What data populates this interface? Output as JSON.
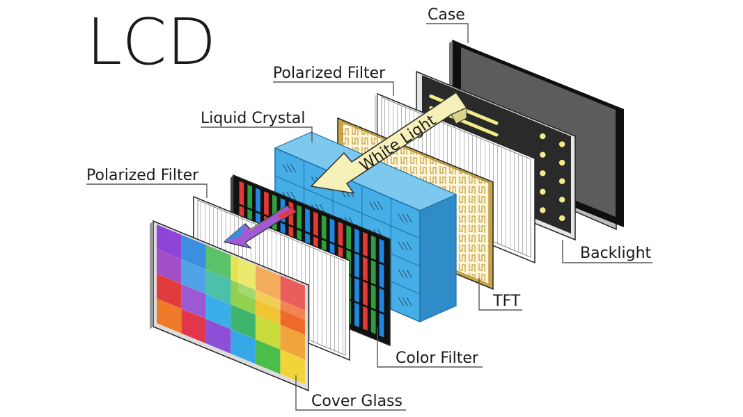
{
  "title": "LCD",
  "arrow_label": "White Light",
  "labels": {
    "case": "Case",
    "polarized_filter_back": "Polarized Filter",
    "liquid_crystal": "Liquid Crystal",
    "polarized_filter_front": "Polarized Filter",
    "backlight": "Backlight",
    "tft": "TFT",
    "color_filter": "Color Filter",
    "cover_glass": "Cover Glass"
  },
  "colors": {
    "case_frame": "#111111",
    "case_screen": "#5a5a5a",
    "backlight": "#2c2c2c",
    "backlight_led": "#f3eb8a",
    "tft": "#c9a64a",
    "liquid_crystal": "#3fa6e0",
    "arrow": "#f6f1b8",
    "color_filter_red": "#e53935",
    "color_filter_green": "#2e9e3e",
    "color_filter_blue": "#1e88e5"
  },
  "cover_glass_colors": [
    [
      "#8e44d6",
      "#3b8fe0",
      "#5cc26a",
      "#e8e44f",
      "#f29a3a",
      "#e63a3a"
    ],
    [
      "#a04fc8",
      "#4fa3e6",
      "#4cc0a8",
      "#92d050",
      "#f1c432",
      "#ee6a2a"
    ],
    [
      "#e23b3b",
      "#9b59d4",
      "#3aaee8",
      "#3eb56a",
      "#c8dc3c",
      "#f0a53a"
    ],
    [
      "#ef7a2a",
      "#e0374a",
      "#8d4fd6",
      "#36a8e8",
      "#4bbd4b",
      "#f2d43a"
    ]
  ]
}
